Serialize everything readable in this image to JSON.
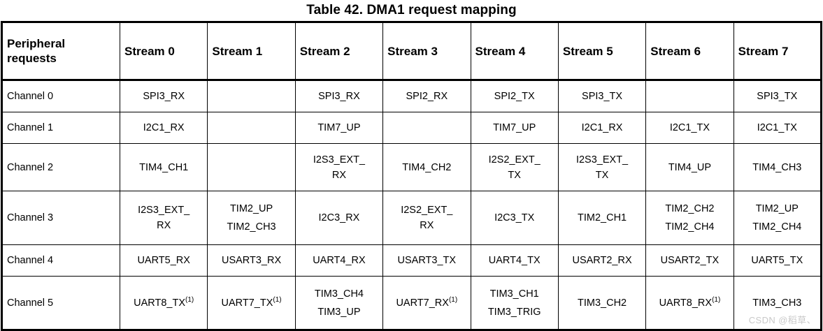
{
  "title": "Table 42. DMA1 request mapping",
  "table": {
    "corner_header": "Peripheral requests",
    "columns": [
      "Stream 0",
      "Stream 1",
      "Stream 2",
      "Stream 3",
      "Stream 4",
      "Stream 5",
      "Stream 6",
      "Stream 7"
    ],
    "rows": [
      {
        "label": "Channel 0",
        "height": "short",
        "cells": [
          {
            "lines": [
              "SPI3_RX"
            ]
          },
          {
            "lines": []
          },
          {
            "lines": [
              "SPI3_RX"
            ]
          },
          {
            "lines": [
              "SPI2_RX"
            ]
          },
          {
            "lines": [
              "SPI2_TX"
            ]
          },
          {
            "lines": [
              "SPI3_TX"
            ]
          },
          {
            "lines": []
          },
          {
            "lines": [
              "SPI3_TX"
            ]
          }
        ]
      },
      {
        "label": "Channel 1",
        "height": "short",
        "cells": [
          {
            "lines": [
              "I2C1_RX"
            ]
          },
          {
            "lines": []
          },
          {
            "lines": [
              "TIM7_UP"
            ]
          },
          {
            "lines": []
          },
          {
            "lines": [
              "TIM7_UP"
            ]
          },
          {
            "lines": [
              "I2C1_RX"
            ]
          },
          {
            "lines": [
              "I2C1_TX"
            ]
          },
          {
            "lines": [
              "I2C1_TX"
            ]
          }
        ]
      },
      {
        "label": "Channel 2",
        "height": "mid",
        "cells": [
          {
            "lines": [
              "TIM4_CH1"
            ]
          },
          {
            "lines": []
          },
          {
            "lines": [
              "I2S3_EXT_",
              "RX"
            ],
            "wrapped": true
          },
          {
            "lines": [
              "TIM4_CH2"
            ]
          },
          {
            "lines": [
              "I2S2_EXT_",
              "TX"
            ],
            "wrapped": true
          },
          {
            "lines": [
              "I2S3_EXT_",
              "TX"
            ],
            "wrapped": true
          },
          {
            "lines": [
              "TIM4_UP"
            ]
          },
          {
            "lines": [
              "TIM4_CH3"
            ]
          }
        ]
      },
      {
        "label": "Channel 3",
        "height": "tall",
        "cells": [
          {
            "lines": [
              "I2S3_EXT_",
              "RX"
            ],
            "wrapped": true
          },
          {
            "lines": [
              "TIM2_UP",
              "TIM2_CH3"
            ]
          },
          {
            "lines": [
              "I2C3_RX"
            ]
          },
          {
            "lines": [
              "I2S2_EXT_",
              "RX"
            ],
            "wrapped": true
          },
          {
            "lines": [
              "I2C3_TX"
            ]
          },
          {
            "lines": [
              "TIM2_CH1"
            ]
          },
          {
            "lines": [
              "TIM2_CH2",
              "TIM2_CH4"
            ]
          },
          {
            "lines": [
              "TIM2_UP",
              "TIM2_CH4"
            ]
          }
        ]
      },
      {
        "label": "Channel 4",
        "height": "short",
        "cells": [
          {
            "lines": [
              "UART5_RX"
            ]
          },
          {
            "lines": [
              "USART3_RX"
            ]
          },
          {
            "lines": [
              "UART4_RX"
            ]
          },
          {
            "lines": [
              "USART3_TX"
            ]
          },
          {
            "lines": [
              "UART4_TX"
            ]
          },
          {
            "lines": [
              "USART2_RX"
            ]
          },
          {
            "lines": [
              "USART2_TX"
            ]
          },
          {
            "lines": [
              "UART5_TX"
            ]
          }
        ]
      },
      {
        "label": "Channel 5",
        "height": "last",
        "cells": [
          {
            "lines": [
              "UART8_TX"
            ],
            "footnotes": [
              "(1)"
            ]
          },
          {
            "lines": [
              "UART7_TX"
            ],
            "footnotes": [
              "(1)"
            ]
          },
          {
            "lines": [
              "TIM3_CH4",
              "TIM3_UP"
            ]
          },
          {
            "lines": [
              "UART7_RX"
            ],
            "footnotes": [
              "(1)"
            ]
          },
          {
            "lines": [
              "TIM3_CH1",
              "TIM3_TRIG"
            ]
          },
          {
            "lines": [
              "TIM3_CH2"
            ]
          },
          {
            "lines": [
              "UART8_RX"
            ],
            "footnotes": [
              "(1)"
            ]
          },
          {
            "lines": [
              "TIM3_CH3"
            ]
          }
        ]
      }
    ]
  },
  "watermark": "CSDN @稻草、"
}
